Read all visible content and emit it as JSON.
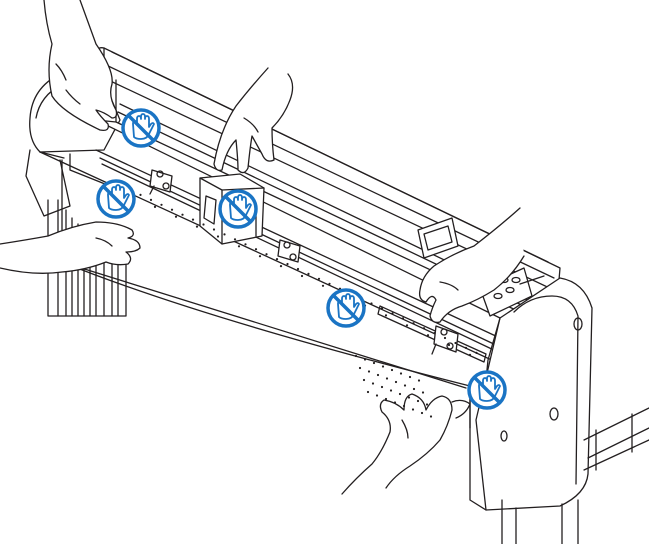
{
  "figure": {
    "subject": "cutting plotter",
    "line_color": "#231f20",
    "fill_color": "#ffffff",
    "warning_color": "#1a74c4",
    "warning_symbol": "do-not-touch-hand-icon",
    "warning_count": 5,
    "hand_count": 5
  }
}
